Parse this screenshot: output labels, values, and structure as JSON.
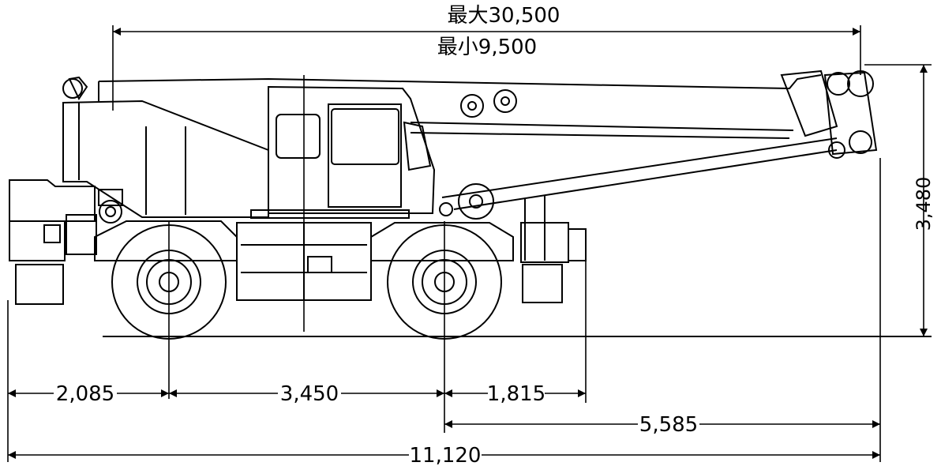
{
  "boom": {
    "max_label": "最大30,500",
    "min_label": "最小9,500"
  },
  "dimensions": {
    "height": "3,480",
    "front_overhang": "2,085",
    "wheelbase": "3,450",
    "rear_to_outrigger": "1,815",
    "rear_axle_to_boom_tip": "5,585",
    "overall_length": "11,120"
  },
  "colors": {
    "line": "#000000",
    "background": "#ffffff"
  }
}
